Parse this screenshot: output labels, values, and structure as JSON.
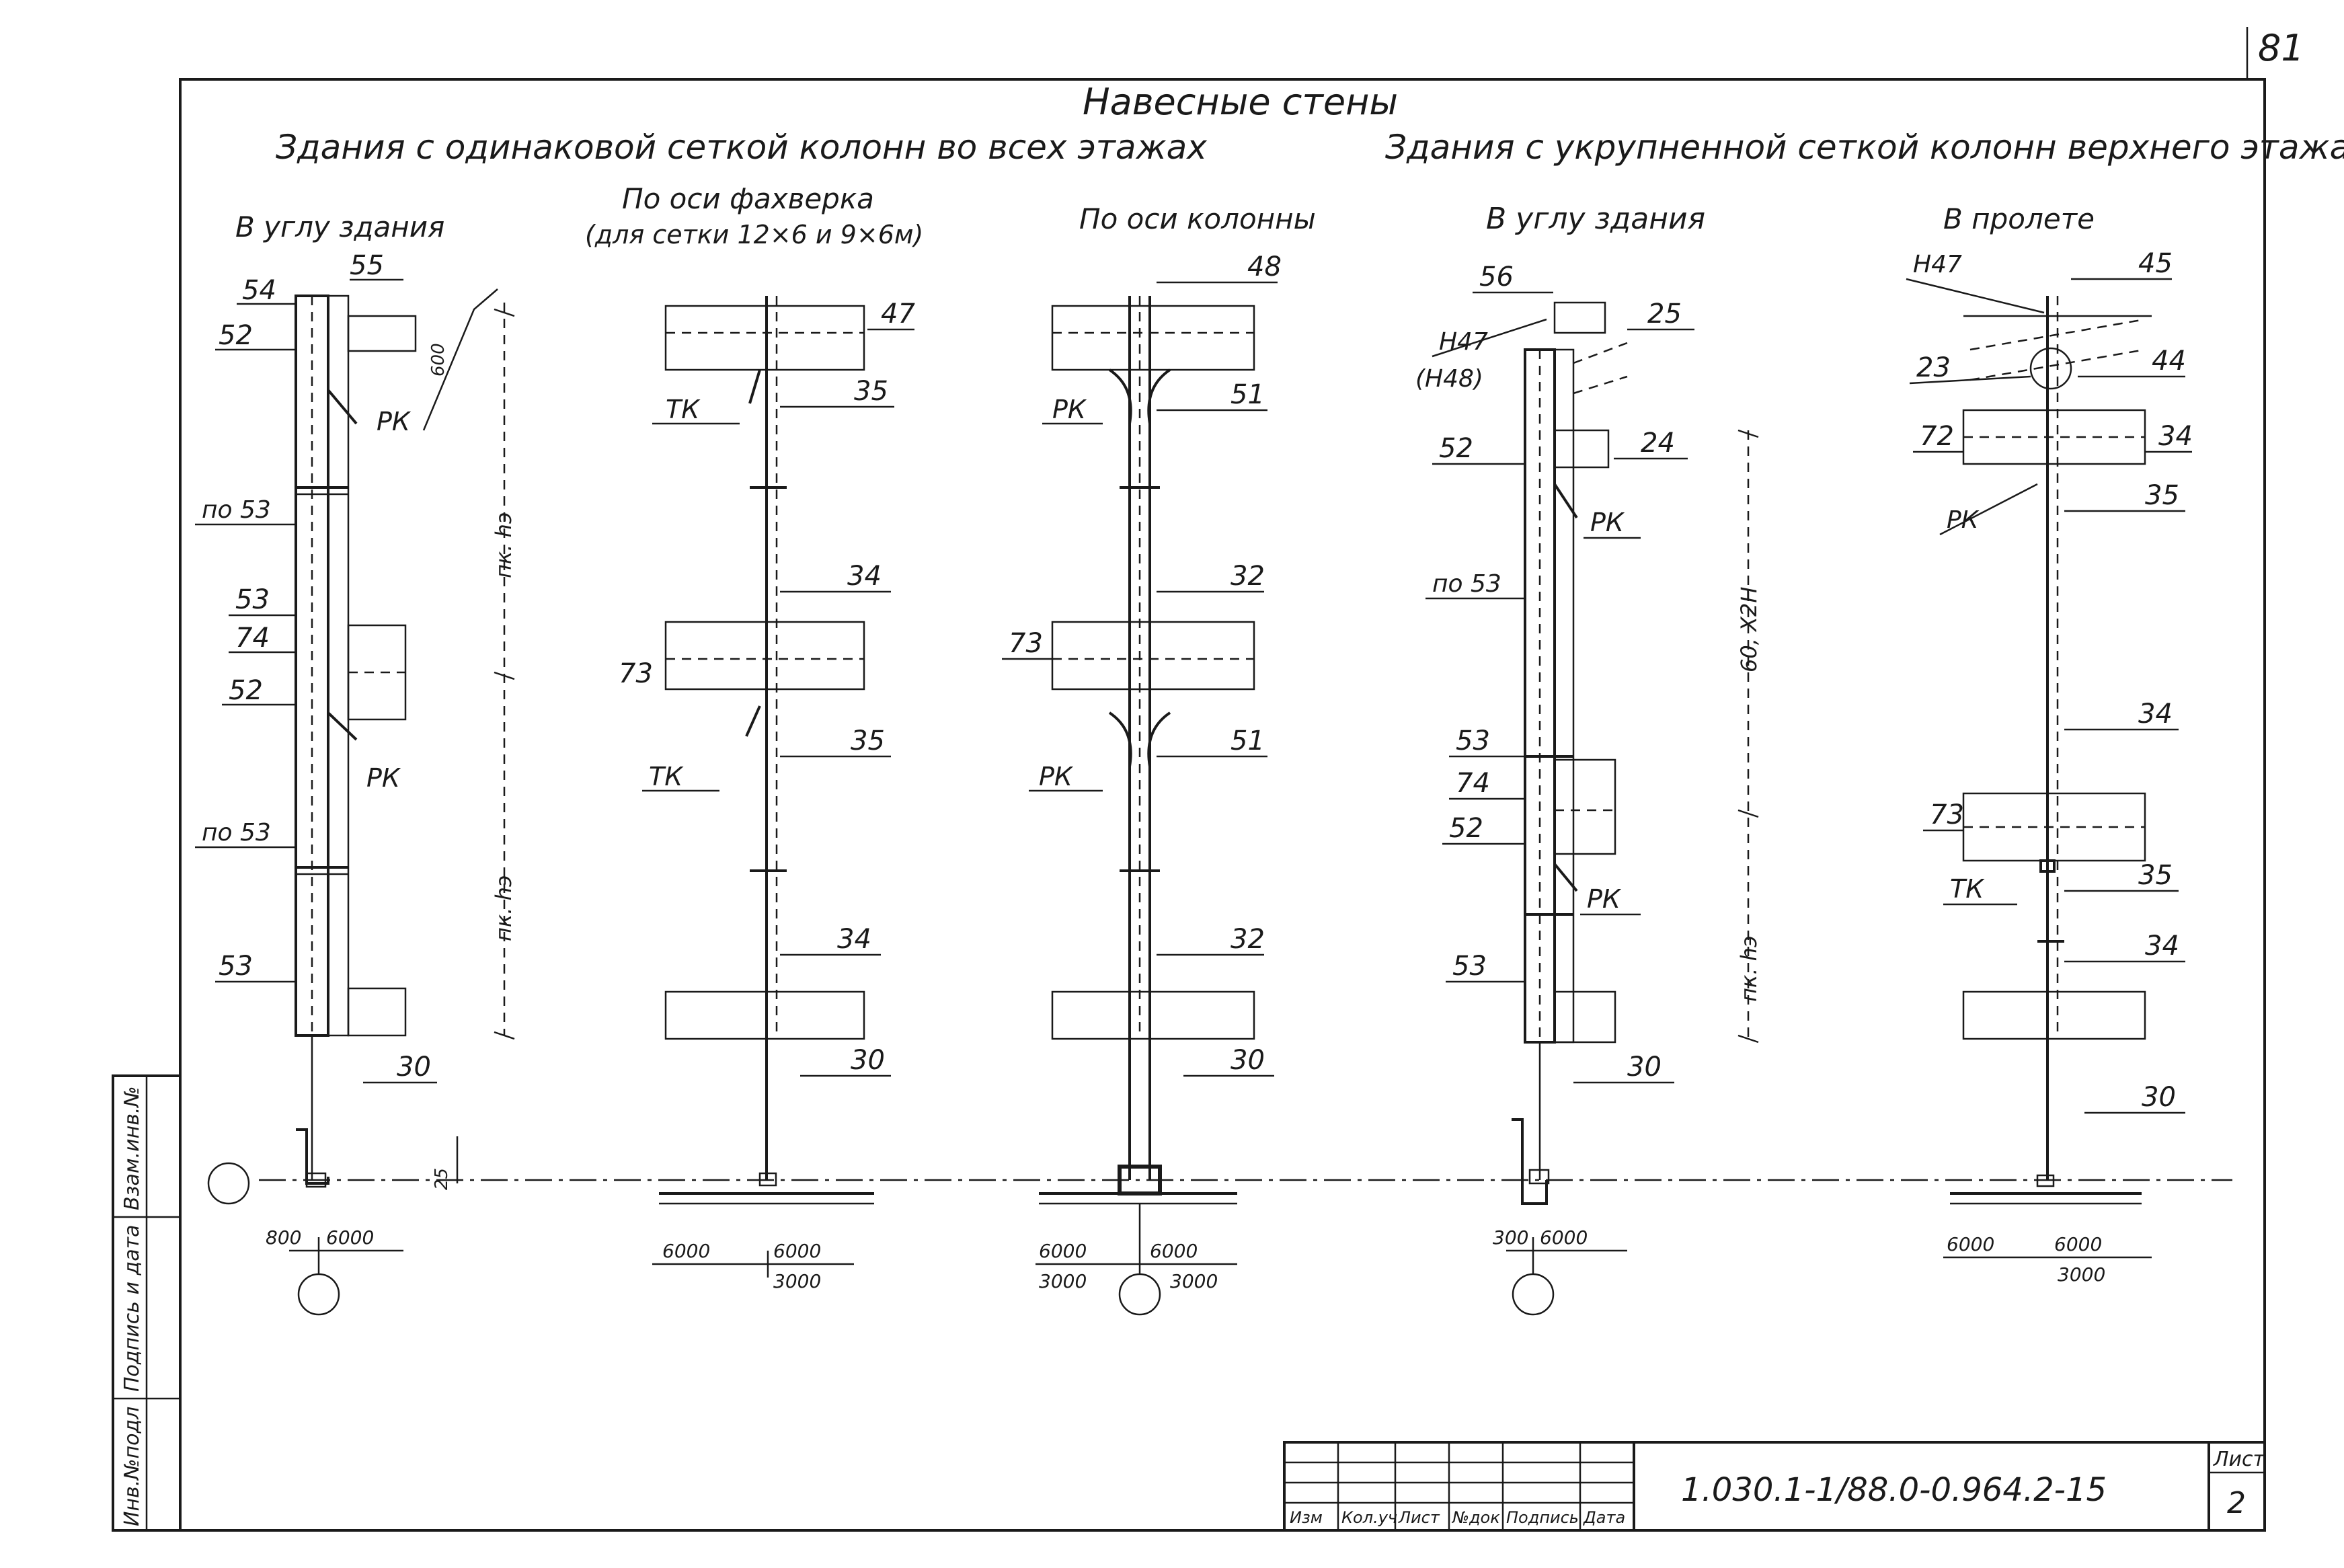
{
  "sheet_corner_number": "81",
  "title_main": "Навесные стены",
  "title_left": "Здания с одинаковой сеткой колонн во всех этажах",
  "title_right": "Здания с укрупненной сеткой колонн верхнего этажа",
  "column_headers": {
    "c1": "В углу здания",
    "c2_line1": "По оси фахверка",
    "c2_line2": "(для сетки 12×6 и 9×6м)",
    "c3": "По оси колонны",
    "c4": "В углу здания",
    "c5": "В пролете"
  },
  "labels": {
    "c1": {
      "l54": "54",
      "l55": "55",
      "l52a": "52",
      "lrk1": "РК",
      "lpo53a": "по 53",
      "l53a": "53",
      "l74": "74",
      "l52b": "52",
      "lrk2": "РК",
      "lpo53b": "по 53",
      "l53b": "53",
      "l30": "30",
      "dim1": "пк. hэ",
      "dim2": "пк. hэ",
      "d600": "600",
      "d800": "800",
      "d6000": "6000",
      "d25": "25"
    },
    "c2": {
      "l47": "47",
      "ltk1": "ТК",
      "l35a": "35",
      "l34a": "34",
      "l73": "73",
      "ltk2": "ТК",
      "l35b": "35",
      "l34b": "34",
      "l30": "30",
      "d6000a": "6000",
      "d6000b": "6000",
      "d3000": "3000"
    },
    "c3": {
      "l48": "48",
      "lrk1": "РК",
      "l51a": "51",
      "l32a": "32",
      "l73": "73",
      "lrk2": "РК",
      "l51b": "51",
      "l32b": "32",
      "l30": "30",
      "d6000a": "6000",
      "d6000b": "6000",
      "d3000a": "3000",
      "d3000b": "3000"
    },
    "c4": {
      "l56": "56",
      "lh47": "Н47",
      "lh48": "(Н48)",
      "l25": "25",
      "l24": "24",
      "l52a": "52",
      "lrk1": "РК",
      "lpo53": "по 53",
      "l53a": "53",
      "l74": "74",
      "l52b": "52",
      "lrk2": "РК",
      "l53b": "53",
      "l30": "30",
      "dim1": "60, Х2Н",
      "dim2": "пк. hэ",
      "d300": "300",
      "d6000": "6000"
    },
    "c5": {
      "lh47": "Н47",
      "l45": "45",
      "l23": "23",
      "l44": "44",
      "l72": "72",
      "l34a": "34",
      "lrk": "РК",
      "l35a": "35",
      "l34b": "34",
      "l73": "73",
      "ltk": "ТК",
      "l35b": "35",
      "l34c": "34",
      "l30": "30",
      "d6000a": "6000",
      "d6000b": "6000",
      "d3000": "3000"
    }
  },
  "side_stamp": [
    "Инв.№подл",
    "Подпись и дата",
    "Взам.инв.№"
  ],
  "title_block": {
    "cols": [
      "Изм",
      "Кол.уч",
      "Лист",
      "№док",
      "Подпись",
      "Дата"
    ],
    "code": "1.030.1-1/88.0-0.964.2-15",
    "sheet_label": "Лист",
    "sheet_number": "2"
  }
}
